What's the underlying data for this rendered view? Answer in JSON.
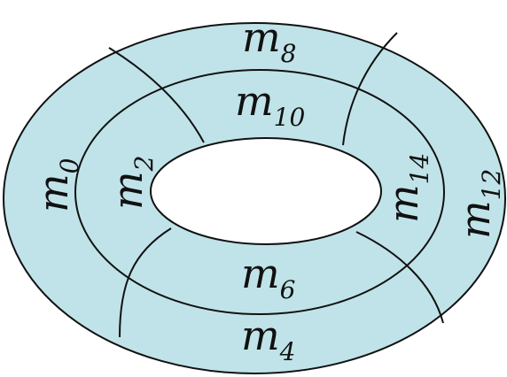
{
  "colors": {
    "torus_fill": "#bfe3e8",
    "line": "#111111",
    "hole": "#ffffff"
  },
  "labels": {
    "m0": {
      "base": "m",
      "sub": "0"
    },
    "m2": {
      "base": "m",
      "sub": "2"
    },
    "m4": {
      "base": "m",
      "sub": "4"
    },
    "m6": {
      "base": "m",
      "sub": "6"
    },
    "m8": {
      "base": "m",
      "sub": "8"
    },
    "m10": {
      "base": "m",
      "sub": "10"
    },
    "m12": {
      "base": "m",
      "sub": "12"
    },
    "m14": {
      "base": "m",
      "sub": "14"
    }
  }
}
